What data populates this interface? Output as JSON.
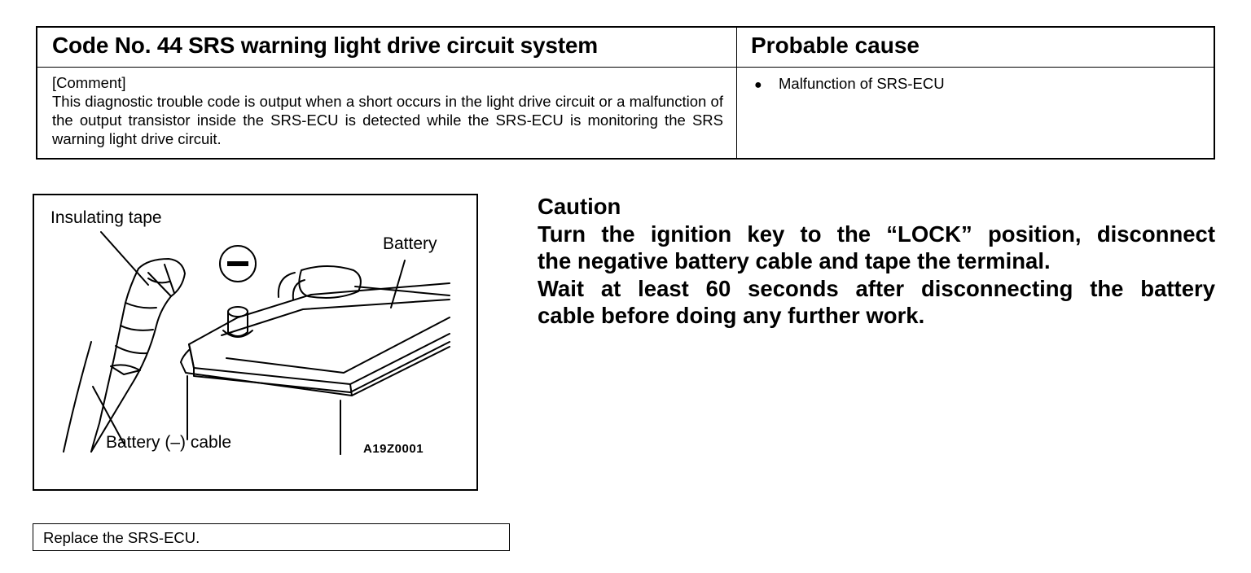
{
  "code_table": {
    "title": "Code No. 44 SRS warning light drive circuit system",
    "cause_header": "Probable cause",
    "comment_tag": "[Comment]",
    "comment_body": "This diagnostic trouble code is output when a short occurs in the light drive circuit or a malfunction of the output transistor inside the SRS-ECU is detected while the SRS-ECU is monitoring the SRS warning light drive circuit.",
    "causes": [
      "Malfunction of SRS-ECU"
    ]
  },
  "figure": {
    "label_tape": "Insulating tape",
    "label_battery": "Battery",
    "label_cable": "Battery (–) cable",
    "figure_code": "A19Z0001",
    "minus_symbol": "minus-symbol-icon"
  },
  "caution": {
    "heading": "Caution",
    "line1": "Turn the ignition key to the “LOCK” position, disconnect",
    "line2": "the negative battery cable and tape the terminal.",
    "line3": "Wait at least 60 seconds after disconnecting the battery",
    "line4": "cable before doing any further work."
  },
  "action": {
    "text": "Replace the SRS-ECU."
  }
}
